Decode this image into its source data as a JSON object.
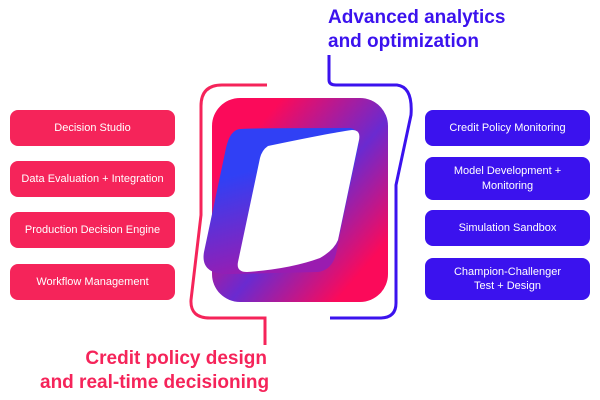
{
  "top_heading": [
    "Advanced  analytics",
    "and optimization"
  ],
  "bottom_heading": [
    "Credit policy design",
    "and real-time decisioning"
  ],
  "left_items": [
    "Decision Studio",
    "Data Evaluation + Integration",
    "Production Decision Engine",
    "Workflow Management"
  ],
  "right_items": [
    "Credit Policy Monitoring",
    "Model Development + Monitoring",
    "Simulation Sandbox",
    "Champion-Challenger Test + Design"
  ],
  "colors": {
    "pink": "#f5245a",
    "blue": "#3b12ee"
  }
}
